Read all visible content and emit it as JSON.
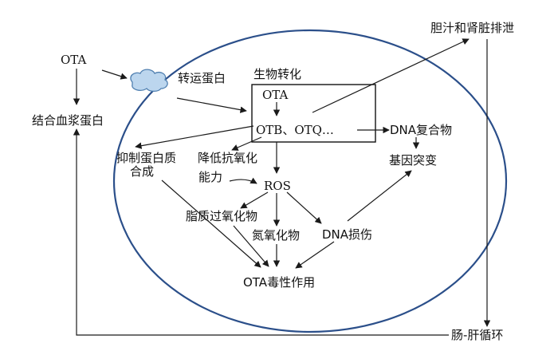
{
  "diagram": {
    "nodes": {
      "ota_outside": "OTA",
      "transport_protein": "转运蛋白",
      "plasma_protein_binding": "结合血浆蛋白",
      "biotransformation": "生物转化",
      "ota_inner": "OTA",
      "otb_otq": "OTB、OTQ…",
      "bile_kidney_excretion": "胆汁和肾脏排泄",
      "dna_complex": "DNA复合物",
      "gene_mutation": "基因突变",
      "inhibit_protein_line1": "抑制蛋白质",
      "inhibit_protein_line2": "合成",
      "reduce_antioxidant_line1": "降低抗氧化",
      "reduce_antioxidant_line2": "能力",
      "ros": "ROS",
      "lipid_peroxide": "脂质过氧化物",
      "nitric_oxide": "氮氧化物",
      "dna_damage": "DNA损伤",
      "ota_toxicity": "OTA毒性作用",
      "enterohepatic_circulation": "肠-肝循环"
    },
    "colors": {
      "cell_outline": "#2b4f8a",
      "text": "#111111",
      "arrow": "#1a1a1a",
      "cloud_fill": "#bcd6ee",
      "cloud_stroke": "#4f7fb0"
    }
  }
}
